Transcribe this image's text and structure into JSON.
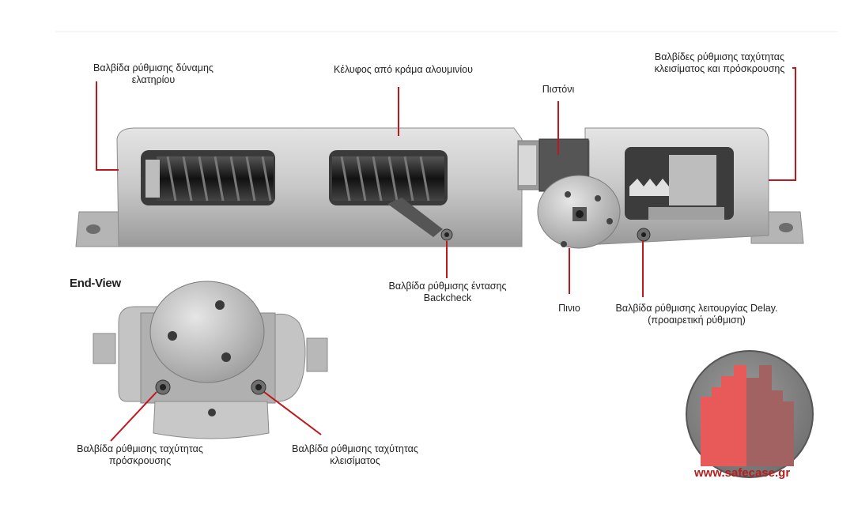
{
  "labels": {
    "spring_valve": [
      "Βαλβίδα ρύθμισης δύναμης",
      "ελατηρίου"
    ],
    "shell": [
      "Κέλυφος από κράμα αλουμινίου"
    ],
    "piston": [
      "Πιστόνι"
    ],
    "speed_valves": [
      "Βαλβίδες ρύθμισης ταχύτητας",
      "κλεισίματος και πρόσκρουσης"
    ],
    "backcheck_valve": [
      "Βαλβίδα ρύθμισης έντασης",
      "Backcheck"
    ],
    "pinion": [
      "Πινιο"
    ],
    "delay_valve": [
      "Βαλβίδα ρύθμισης λειτουργίας Delay.",
      "(προαιρετική ρύθμιση)"
    ],
    "latch_speed_valve": [
      "Βαλβίδα ρύθμισης ταχύτητας",
      "πρόσκρουσης"
    ],
    "closing_speed_valve": [
      "Βαλβίδα ρύθμισης ταχύτητας",
      "κλεισίματος"
    ]
  },
  "end_view_title": "End-View",
  "logo": {
    "url": "www.safecase.gr",
    "tower_color": "#e85a5a",
    "circle_color": "#8c8c8c"
  },
  "colors": {
    "leader": "#c0171b",
    "body": "#c9c9c9",
    "spring": "#2a2a2a"
  }
}
